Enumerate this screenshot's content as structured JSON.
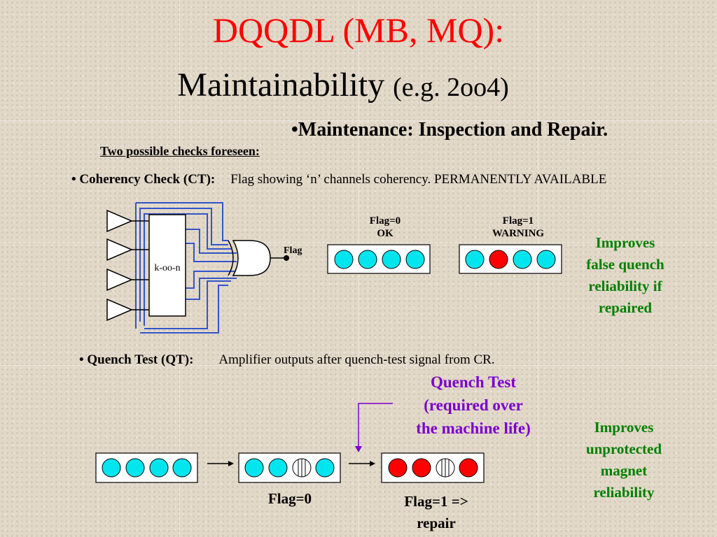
{
  "title": {
    "line1": "DQQDL (MB, MQ):",
    "line2_main": "Maintainability",
    "line2_sub": "(e.g. 2oo4)"
  },
  "maintenance_heading": "•Maintenance: Inspection and Repair.",
  "checks_heading": "Two possible checks foreseen:",
  "coherency": {
    "label": "• Coherency Check (CT):",
    "description": "Flag showing ‘n’ channels coherency. PERMANENTLY AVAILABLE",
    "logic_box": "k-oo-n",
    "flag_label": "Flag",
    "state_ok_line1": "Flag=0",
    "state_ok_line2": "OK",
    "state_warn_line1": "Flag=1",
    "state_warn_line2": "WARNING",
    "benefit": [
      "Improves",
      "false quench",
      "reliability if",
      "repaired"
    ]
  },
  "quench": {
    "label": "• Quench Test (QT):",
    "description": "Amplifier outputs after quench-test signal from CR.",
    "callout": [
      "Quench Test",
      "(required over",
      "the machine life)"
    ],
    "caption_before": "Flag=0",
    "caption_after_line1": "Flag=1 =>",
    "caption_after_line2": "repair",
    "benefit": [
      "Improves",
      "unprotected",
      "magnet",
      "reliability"
    ]
  },
  "colors": {
    "title_red": "#ff0000",
    "ok_cyan": "#00e5ee",
    "fault_red": "#ff0000",
    "wire_blue": "#3355cc",
    "benefit_green": "#008000",
    "callout_purple": "#7a00cc"
  }
}
